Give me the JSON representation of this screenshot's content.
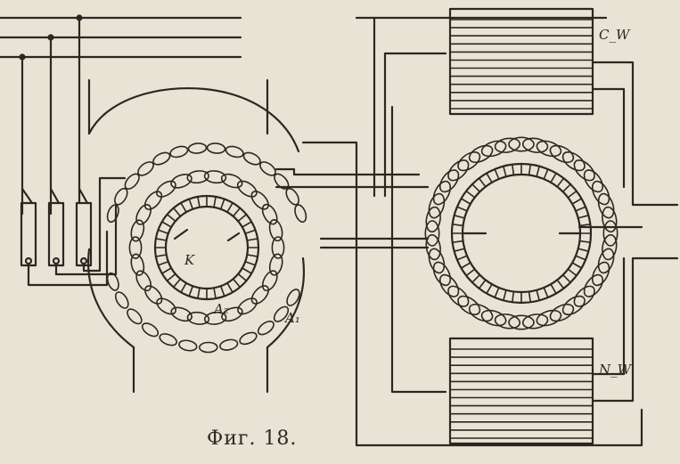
{
  "caption": "Фиг. 18.",
  "labels": {
    "k": "K",
    "a1": "A₁",
    "a2": "A₂",
    "cw": "C_W",
    "nw": "N_W"
  },
  "colors": {
    "paper": "#e9e3d5",
    "ink": "#2b2722"
  }
}
